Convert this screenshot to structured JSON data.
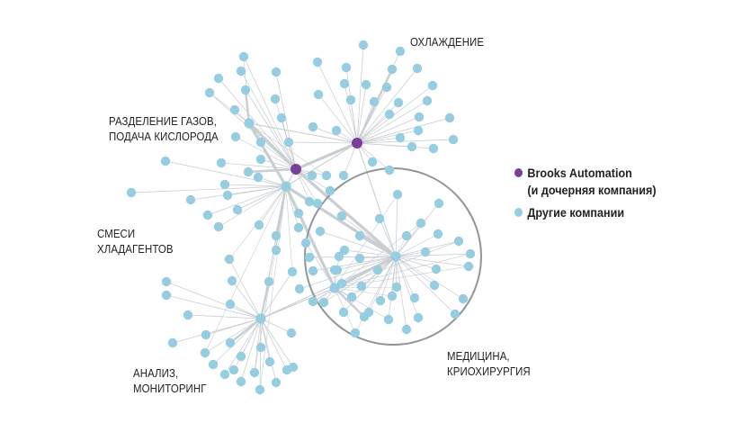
{
  "clusters": [
    {
      "id": "cooling",
      "lines": [
        "ОХЛАЖДЕНИЕ"
      ]
    },
    {
      "id": "gas",
      "lines": [
        "РАЗДЕЛЕНИЕ ГАЗОВ,",
        "ПОДАЧА КИСЛОРОДА"
      ]
    },
    {
      "id": "refrigerants",
      "lines": [
        "СМЕСИ",
        "ХЛАДАГЕНТОВ"
      ]
    },
    {
      "id": "analysis",
      "lines": [
        "АНАЛИЗ,",
        "МОНИТОРИНГ"
      ]
    },
    {
      "id": "medicine",
      "lines": [
        "МЕДИЦИНА,",
        "КРИОХИРУРГИЯ"
      ]
    }
  ],
  "legend": [
    {
      "label_lines": [
        "Brooks Automation",
        "(и дочерняя компания)"
      ],
      "color": "#7b3f98"
    },
    {
      "label_lines": [
        "Другие компании"
      ],
      "color": "#96cde0"
    }
  ],
  "colors": {
    "brooks": "#7b3f98",
    "other": "#96cde0",
    "edge": "#c5cbd0",
    "circle": "#8f9599"
  }
}
